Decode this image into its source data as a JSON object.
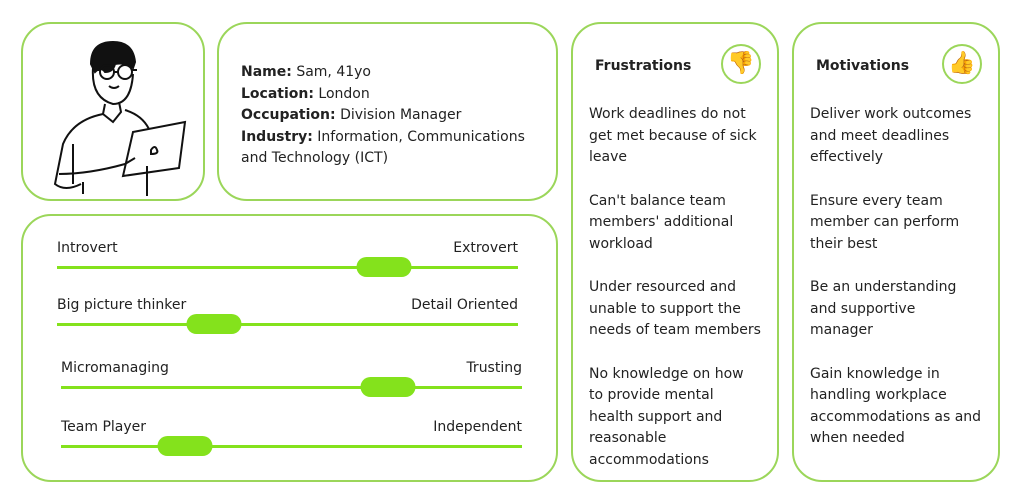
{
  "profile": {
    "name_label": "Name:",
    "name": "Sam, 41yo",
    "location_label": "Location:",
    "location": "London",
    "occupation_label": "Occupation:",
    "occupation": "Division Manager",
    "industry_label": "Industry:",
    "industry": "Information, Communications and Technology (ICT)"
  },
  "traits": [
    {
      "left": "Introvert",
      "right": "Extrovert",
      "value": 0.71
    },
    {
      "left": "Big picture thinker",
      "right": "Detail Oriented",
      "value": 0.34
    },
    {
      "left": "Micromanaging",
      "right": "Trusting",
      "value": 0.71
    },
    {
      "left": "Team Player",
      "right": "Independent",
      "value": 0.27
    }
  ],
  "frustrations": {
    "title": "Frustrations",
    "icon": "thumbs-down",
    "items": [
      "Work deadlines do not get met because of sick leave",
      "Can't balance team members' additional workload",
      "Under resourced and unable to support the needs of team members",
      "No knowledge on how to provide mental health support and reasonable accommodations"
    ]
  },
  "motivations": {
    "title": "Motivations",
    "icon": "thumbs-up",
    "items": [
      "Deliver work outcomes and meet deadlines effectively",
      "Ensure every team member can perform their best",
      "Be an understanding and supportive manager",
      "Gain knowledge in handling workplace accommodations as and when needed"
    ]
  },
  "colors": {
    "accent": "#84e21c",
    "border": "#9bd65a"
  }
}
